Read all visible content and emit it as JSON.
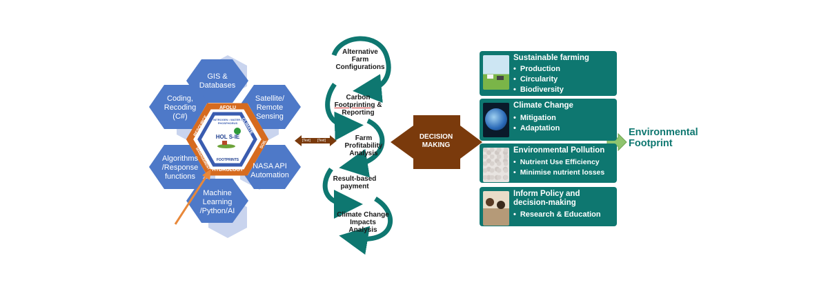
{
  "hexagons": [
    {
      "id": "gis",
      "label": "GIS &\nDatabases"
    },
    {
      "id": "coding",
      "label": "Coding,\nRecoding\n(C#)"
    },
    {
      "id": "satellite",
      "label": "Satellite/\nRemote\nSensing"
    },
    {
      "id": "algorithms",
      "label": "Algorithms\n/Response\nfunctions"
    },
    {
      "id": "nasa",
      "label": "NASA API\nAutomation"
    },
    {
      "id": "ml",
      "label": "Machine\nLearning\n/Python/AI"
    }
  ],
  "center": {
    "logo_text": "HOL S-IE",
    "ring_top": "AFOLU",
    "ring_top_right": "CLIMATE",
    "ring_right": "SOIL",
    "ring_bottom": "HYDROLOGY",
    "ring_left": "RESOURCE",
    "ring_bottom_left": "MANAGEMENT",
    "inner_labels": "NITROGEN • WATER • PHOSPHORUS",
    "footprints": "FOOTPRINTS"
  },
  "connectors": {
    "left_text": "[Text]",
    "right_text": "[Text]"
  },
  "flow": [
    {
      "id": "alternative",
      "label": "Alternative\nFarm\nConfigurations"
    },
    {
      "id": "carbon",
      "line1": "Carbon",
      "line2_ul": "Footprinting",
      "line2_rest": " &",
      "line3": "Reporting"
    },
    {
      "id": "profitability",
      "label": "Farm\nProfitability\nAnalysis"
    },
    {
      "id": "result",
      "label": "Result-based\npayment"
    },
    {
      "id": "climate_impacts",
      "label": "Climate Change\nImpacts\nAnalysis"
    }
  ],
  "decision": {
    "label": "DECISION\nMAKING"
  },
  "outcomes": [
    {
      "id": "farming",
      "title": "Sustainable farming",
      "bullets": [
        "Production",
        "Circularity",
        "Biodiversity"
      ]
    },
    {
      "id": "climate",
      "title": "Climate Change",
      "bullets": [
        "Mitigation",
        "Adaptation"
      ]
    },
    {
      "id": "pollution",
      "title": "Environmental Pollution",
      "bullets": [
        "Nutrient Use Efficiency",
        "Minimise nutrient losses"
      ]
    },
    {
      "id": "policy",
      "title": "Inform Policy and\ndecision-making",
      "bullets": [
        "Research & Education"
      ]
    }
  ],
  "result": {
    "label": "Environmental\nFootprint"
  },
  "colors": {
    "hex_blue": "#4e79c8",
    "hex_light": "#c9d4ee",
    "teal": "#0e7770",
    "brown": "#7a3a0c",
    "orange": "#e8883a",
    "green_arrow": "#8fc46e"
  }
}
